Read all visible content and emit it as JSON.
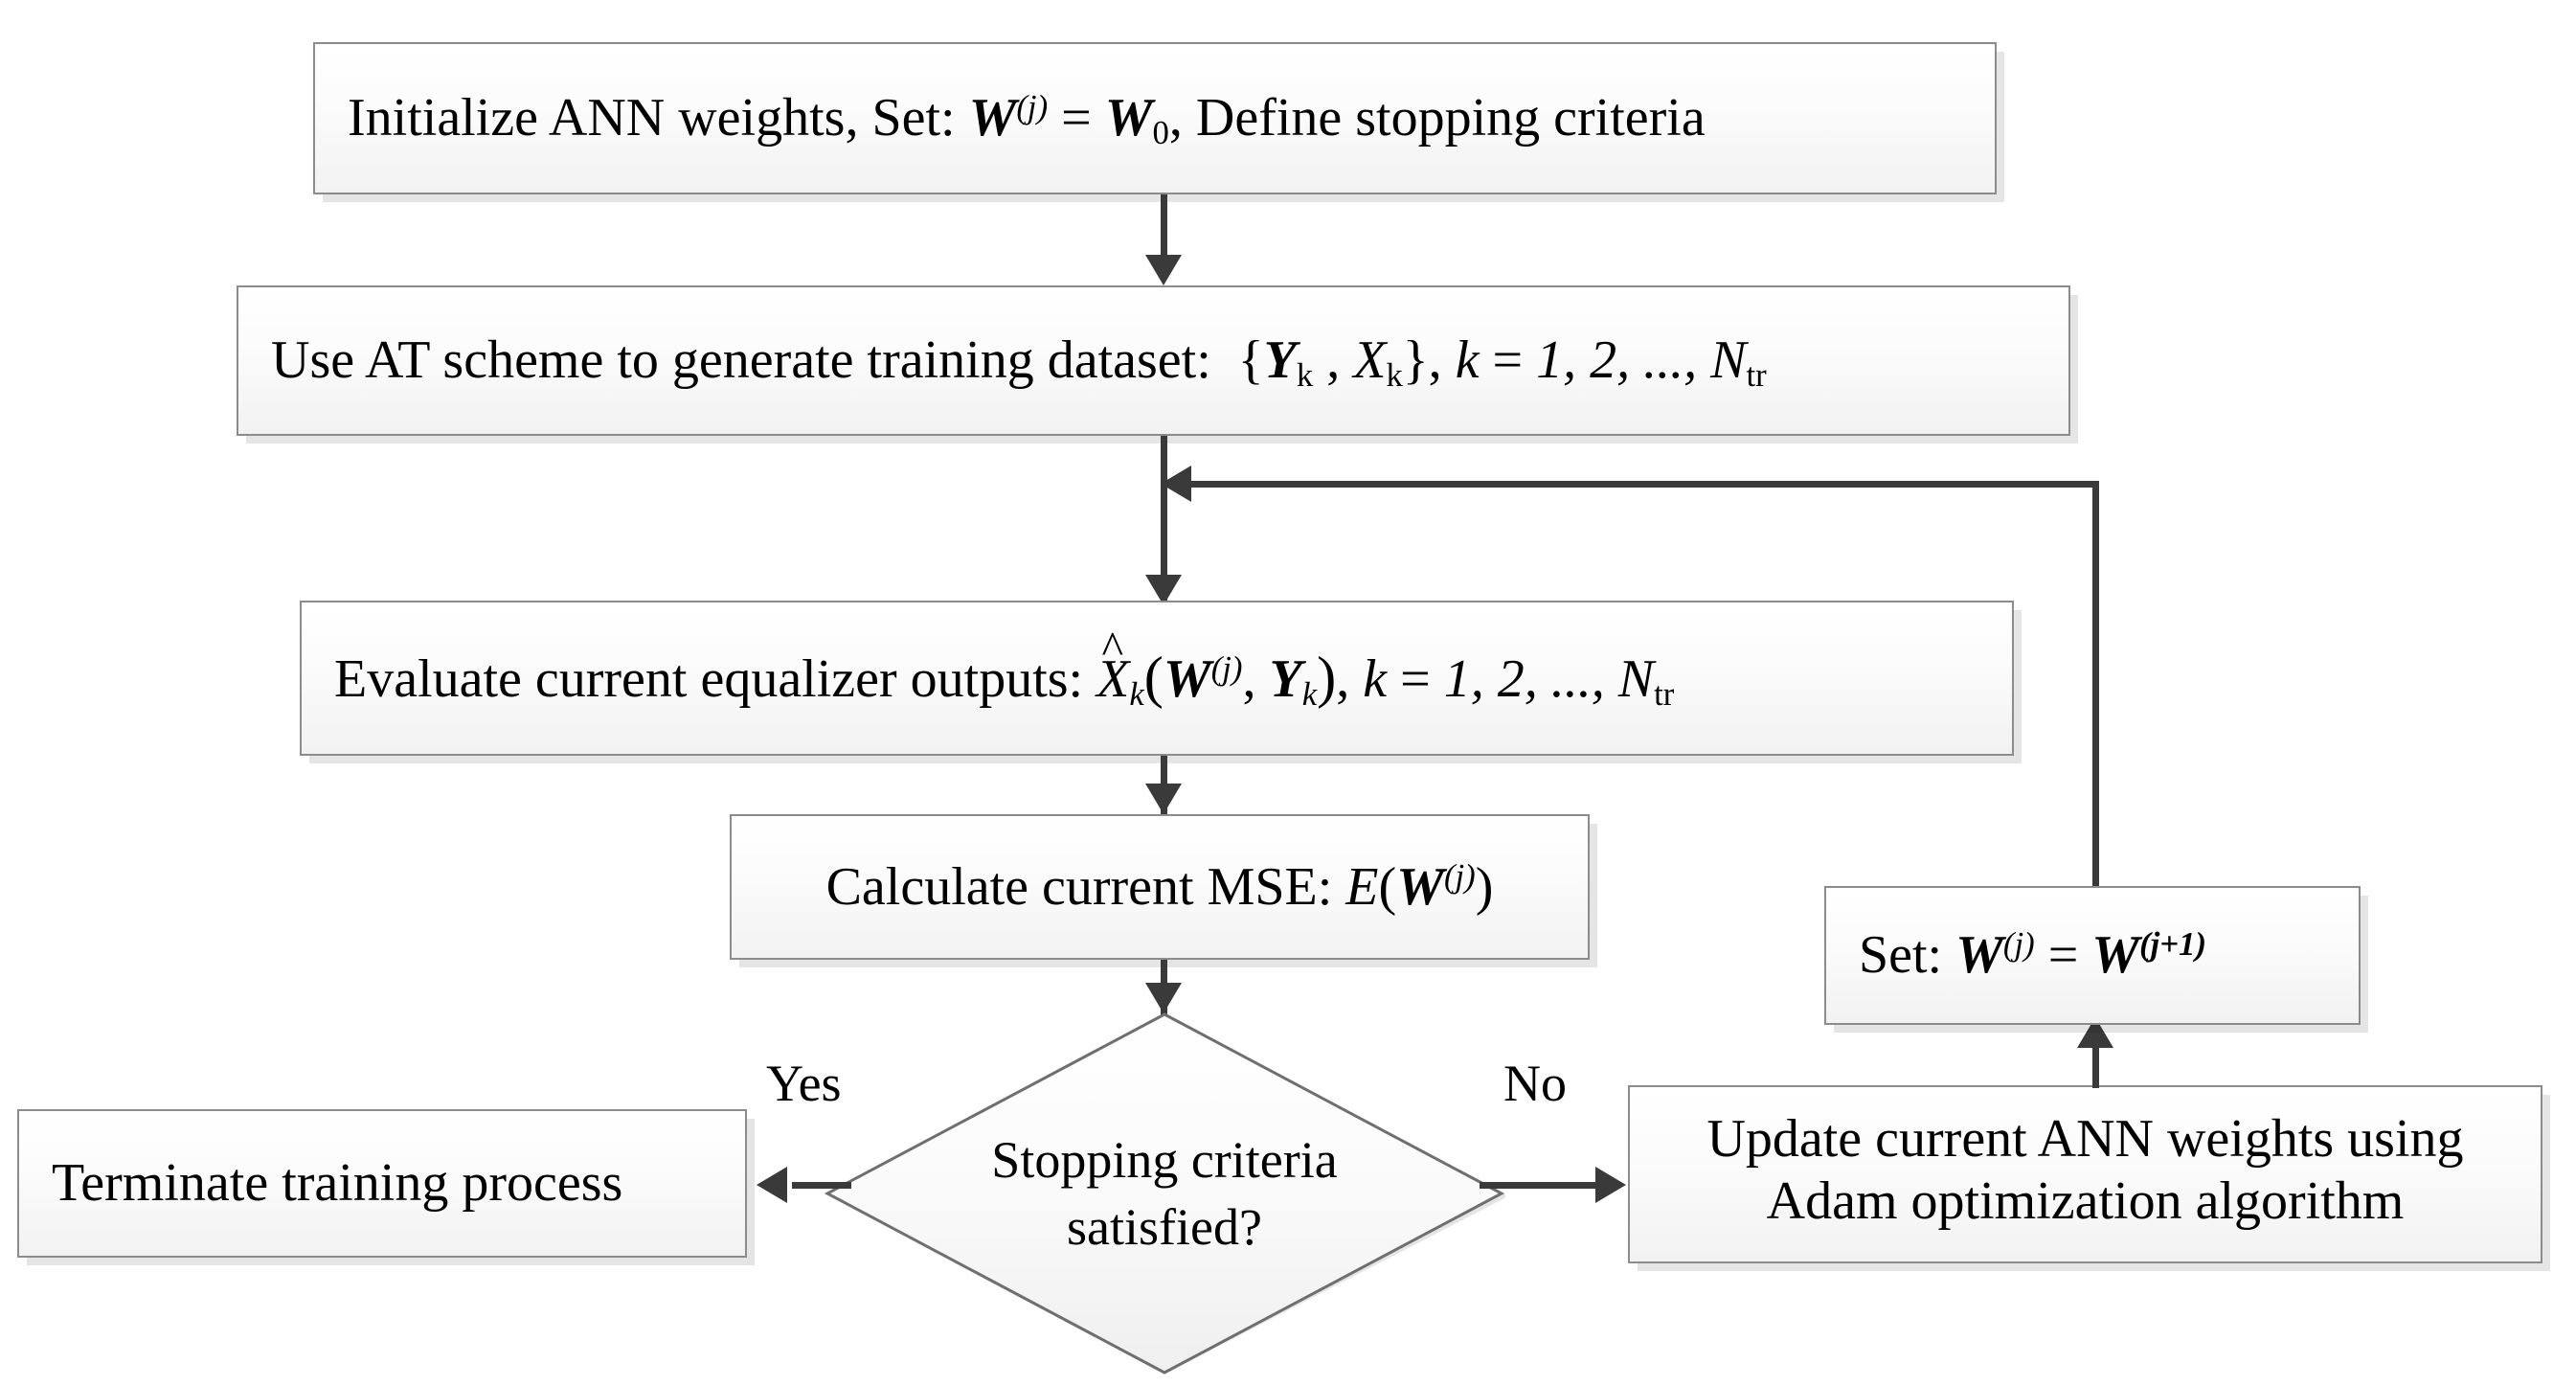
{
  "diagram": {
    "type": "flowchart",
    "title": "ANN equalizer training procedure",
    "colors": {
      "node_border": "#8c8c8c",
      "node_fill": "#f5f5f5",
      "connector": "#3a3a3a",
      "text": "#000000"
    },
    "nodes": [
      {
        "id": "init",
        "shape": "process",
        "text": "Initialize ANN weights, Set: W(j) = W0, Define stopping criteria"
      },
      {
        "id": "generate-dataset",
        "shape": "process",
        "text": "Use AT scheme to generate training dataset:  {Yk , Xk}, k = 1, 2, ..., Ntr"
      },
      {
        "id": "evaluate-outputs",
        "shape": "process",
        "text": "Evaluate current equalizer outputs: X̂k(W(j), Yk), k = 1, 2, ..., Ntr"
      },
      {
        "id": "calculate-mse",
        "shape": "process",
        "text": "Calculate current MSE: E(W(j))"
      },
      {
        "id": "stopping-criteria",
        "shape": "decision",
        "text_line1": "Stopping criteria",
        "text_line2": "satisfied?"
      },
      {
        "id": "terminate",
        "shape": "process",
        "text": "Terminate training process"
      },
      {
        "id": "update-weights",
        "shape": "process",
        "text_line1": "Update current ANN weights using",
        "text_line2": "Adam optimization algorithm"
      },
      {
        "id": "set-weights",
        "shape": "process",
        "text": "Set: W(j) = W(j+1)"
      }
    ],
    "edge_labels": {
      "yes": "Yes",
      "no": "No"
    },
    "edges": [
      {
        "from": "init",
        "to": "generate-dataset",
        "label": ""
      },
      {
        "from": "generate-dataset",
        "to": "evaluate-outputs",
        "label": ""
      },
      {
        "from": "evaluate-outputs",
        "to": "calculate-mse",
        "label": ""
      },
      {
        "from": "calculate-mse",
        "to": "stopping-criteria",
        "label": ""
      },
      {
        "from": "stopping-criteria",
        "to": "terminate",
        "label": "Yes"
      },
      {
        "from": "stopping-criteria",
        "to": "update-weights",
        "label": "No"
      },
      {
        "from": "update-weights",
        "to": "set-weights",
        "label": ""
      },
      {
        "from": "set-weights",
        "to": "evaluate-outputs",
        "label": ""
      }
    ]
  }
}
